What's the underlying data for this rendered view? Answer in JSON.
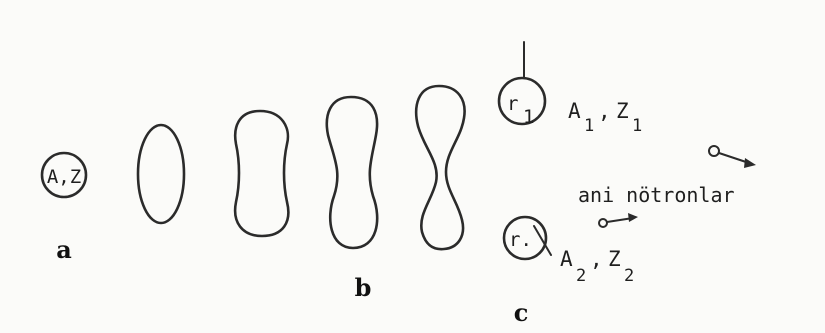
{
  "labels": {
    "initial_nucleus": "A,Z",
    "fragment1_radius": "r",
    "fragment1_sub": "1",
    "fragment1_A": "A",
    "fragment1_A_sub": "1",
    "fragment1_sep": ",",
    "fragment1_Z": "Z",
    "fragment1_Z_sub": "1",
    "fragment2_radius": "r.",
    "fragment2_A": "A",
    "fragment2_A_sub": "2",
    "fragment2_sep": ",",
    "fragment2_Z": "Z",
    "fragment2_Z_sub": "2",
    "neutrons": "ani nötronlar"
  },
  "panel_letters": {
    "a": "a",
    "b": "b",
    "c": "c"
  },
  "colors": {
    "ink": "#2b2b2b",
    "paper": "#fbfbf9"
  }
}
